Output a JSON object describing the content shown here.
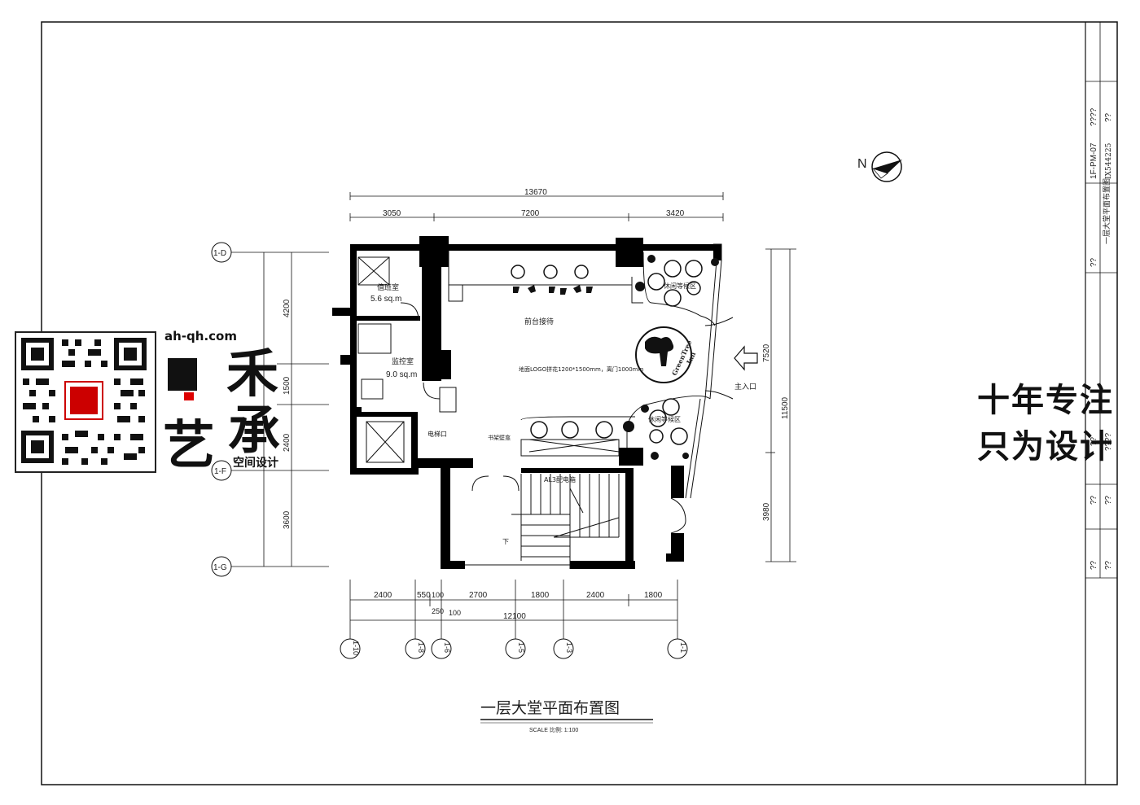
{
  "drawing": {
    "title": "一层大堂平面布置图",
    "scale": "SCALE 比例: 1:100",
    "north": "N"
  },
  "dimensions": {
    "top_total": "13670",
    "top_segments": [
      "3050",
      "7200",
      "3420"
    ],
    "left_segments": [
      "4200",
      "1500",
      "2400",
      "3600"
    ],
    "right_total": "11500",
    "right_segments": [
      "7520",
      "3980"
    ],
    "bottom_segments": [
      "2400",
      "550",
      "100",
      "2700",
      "1800",
      "2400",
      "1800"
    ],
    "bottom_small": [
      "250",
      "100"
    ],
    "bottom_total": "12100"
  },
  "axes": {
    "rows": [
      "1-D",
      "1-F",
      "1-G"
    ],
    "columns": [
      "1-10",
      "1-8",
      "1-6",
      "1-5",
      "1-3",
      "1-1"
    ]
  },
  "rooms": {
    "duty_room": "值班室",
    "duty_area": "5.6 sq.m",
    "monitor_room": "监控室",
    "monitor_area": "9.0 sq.m",
    "reception": "前台接待",
    "lounge_top": "休闲等候区",
    "lounge_bottom": "休闲等候区",
    "elevator": "电梯口",
    "bookshelf": "书架壁龛",
    "main_entrance": "主入口",
    "logo_note": "地面LOGO拼花1200*1500mm，离门1000mm",
    "logo_text_1": "GreenTree",
    "logo_text_2": "Inn",
    "panel": "AL3配电箱",
    "down": "下"
  },
  "title_block": {
    "drawing_no": "1F-PM-07",
    "code": "IX544225",
    "sheet_name": "一层大堂平面布置图",
    "placeholders": [
      "????",
      "??",
      "??",
      "????",
      "??",
      "??",
      "??",
      "??",
      "??",
      "?????",
      "?????"
    ]
  },
  "watermark": {
    "url": "ah-qh.com",
    "brand_chars": [
      "禾",
      "承",
      "艺"
    ],
    "subtitle": "空间设计",
    "slogan_line1": "十年专注",
    "slogan_line2": "只为设计",
    "qr_label": "QR code"
  }
}
